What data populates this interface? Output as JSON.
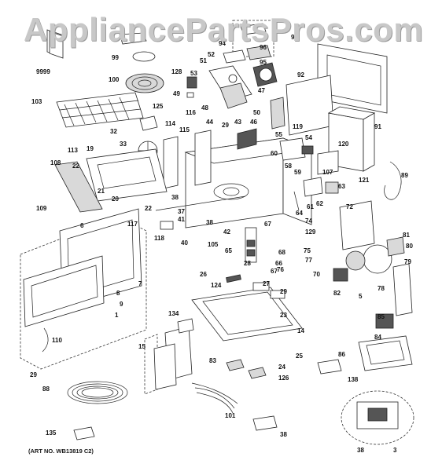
{
  "watermark": "AppliancePartsPros.com",
  "art_number": "(ART NO. WB13819 C2)",
  "callouts": [
    "9999",
    "99",
    "100",
    "103",
    "128",
    "49",
    "53",
    "51",
    "52",
    "94",
    "96",
    "95",
    "93",
    "92",
    "47",
    "50",
    "48",
    "44",
    "116",
    "29",
    "43",
    "46",
    "125",
    "32",
    "33",
    "114",
    "115",
    "119",
    "91",
    "55",
    "54",
    "120",
    "60",
    "58",
    "59",
    "107",
    "121",
    "89",
    "19",
    "113",
    "22",
    "21",
    "20",
    "108",
    "109",
    "22",
    "38",
    "37",
    "41",
    "117",
    "118",
    "40",
    "38",
    "42",
    "61",
    "62",
    "63",
    "64",
    "72",
    "74",
    "129",
    "81",
    "80",
    "105",
    "65",
    "67",
    "68",
    "66",
    "67",
    "76",
    "75",
    "77",
    "70",
    "78",
    "79",
    "82",
    "5",
    "6",
    "7",
    "8",
    "9",
    "1",
    "110",
    "29",
    "26",
    "124",
    "28",
    "27",
    "29",
    "23",
    "14",
    "134",
    "15",
    "83",
    "85",
    "84",
    "86",
    "138",
    "25",
    "24",
    "126",
    "88",
    "101",
    "135",
    "38",
    "38",
    "3"
  ]
}
